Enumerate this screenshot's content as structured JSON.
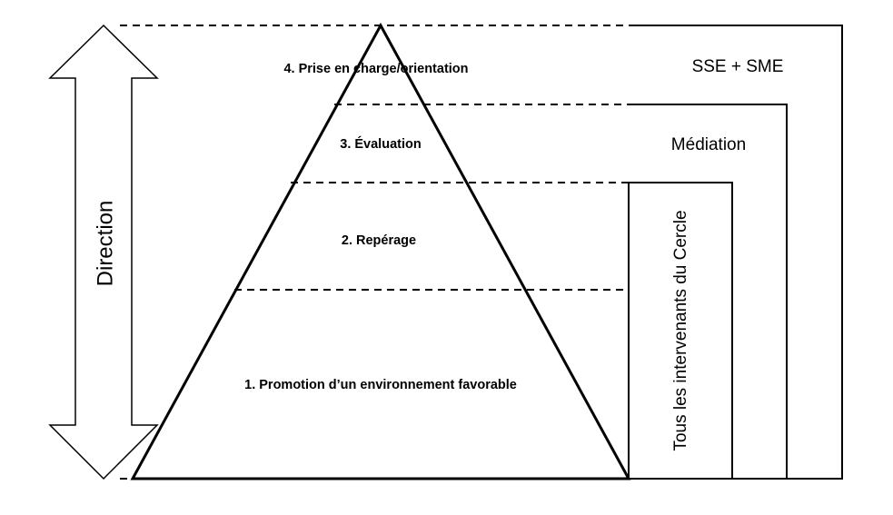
{
  "arrow": {
    "label": "Direction"
  },
  "levels": [
    {
      "label": "4. Prise en charge/orientation"
    },
    {
      "label": "3. Évaluation"
    },
    {
      "label": "2. Repérage"
    },
    {
      "label": "1. Promotion d’un environnement favorable"
    }
  ],
  "boxes": [
    {
      "label": "SSE + SME"
    },
    {
      "label": "Médiation"
    },
    {
      "label": "Tous les intervenants du Cercle"
    }
  ],
  "colors": {
    "stroke": "#000000",
    "background": "#ffffff"
  }
}
